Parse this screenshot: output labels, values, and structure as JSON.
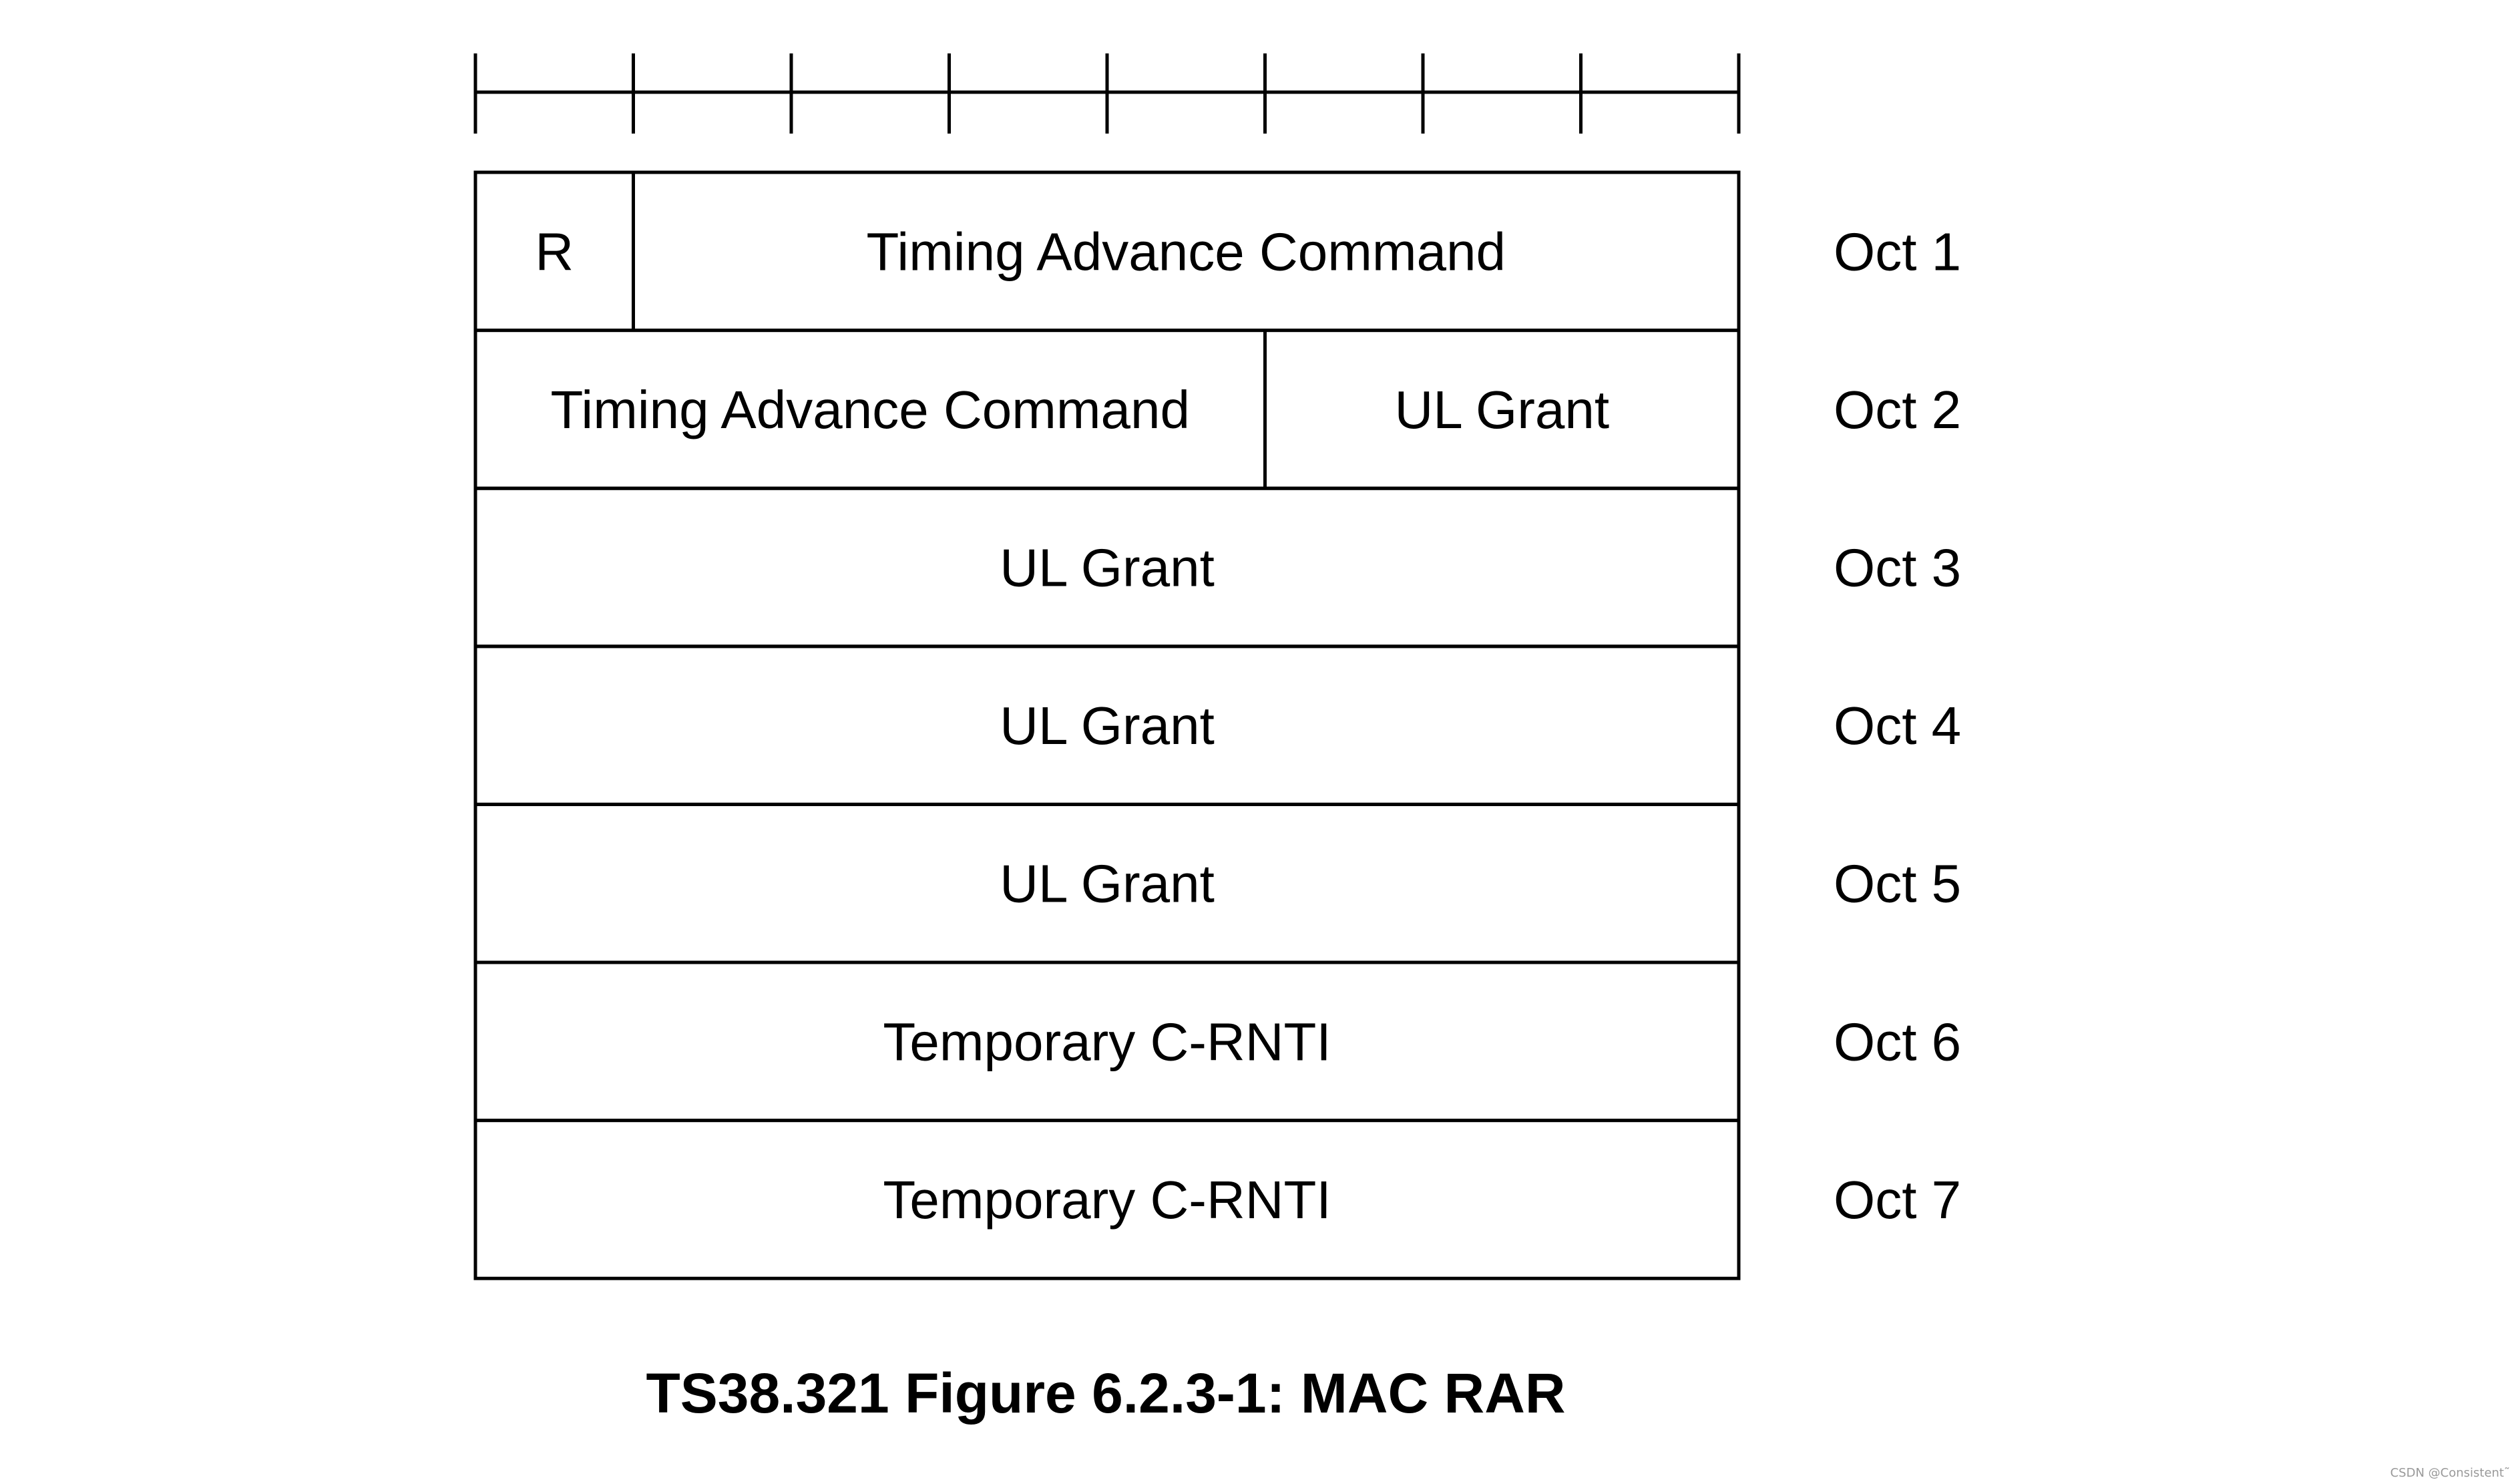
{
  "diagram": {
    "bits_per_octet": 8,
    "rows": [
      {
        "octet_label": "Oct 1",
        "fields": [
          {
            "label": "R",
            "bits": 1
          },
          {
            "label": "Timing Advance Command",
            "bits": 7
          }
        ]
      },
      {
        "octet_label": "Oct 2",
        "fields": [
          {
            "label": "Timing Advance Command",
            "bits": 5
          },
          {
            "label": "UL Grant",
            "bits": 3
          }
        ]
      },
      {
        "octet_label": "Oct 3",
        "fields": [
          {
            "label": "UL Grant",
            "bits": 8
          }
        ]
      },
      {
        "octet_label": "Oct 4",
        "fields": [
          {
            "label": "UL Grant",
            "bits": 8
          }
        ]
      },
      {
        "octet_label": "Oct 5",
        "fields": [
          {
            "label": "UL Grant",
            "bits": 8
          }
        ]
      },
      {
        "octet_label": "Oct 6",
        "fields": [
          {
            "label": "Temporary C-RNTI",
            "bits": 8
          }
        ]
      },
      {
        "octet_label": "Oct 7",
        "fields": [
          {
            "label": "Temporary C-RNTI",
            "bits": 8
          }
        ]
      }
    ]
  },
  "caption": "TS38.321 Figure 6.2.3-1: MAC RAR",
  "watermark": "CSDN @Consistent˜"
}
